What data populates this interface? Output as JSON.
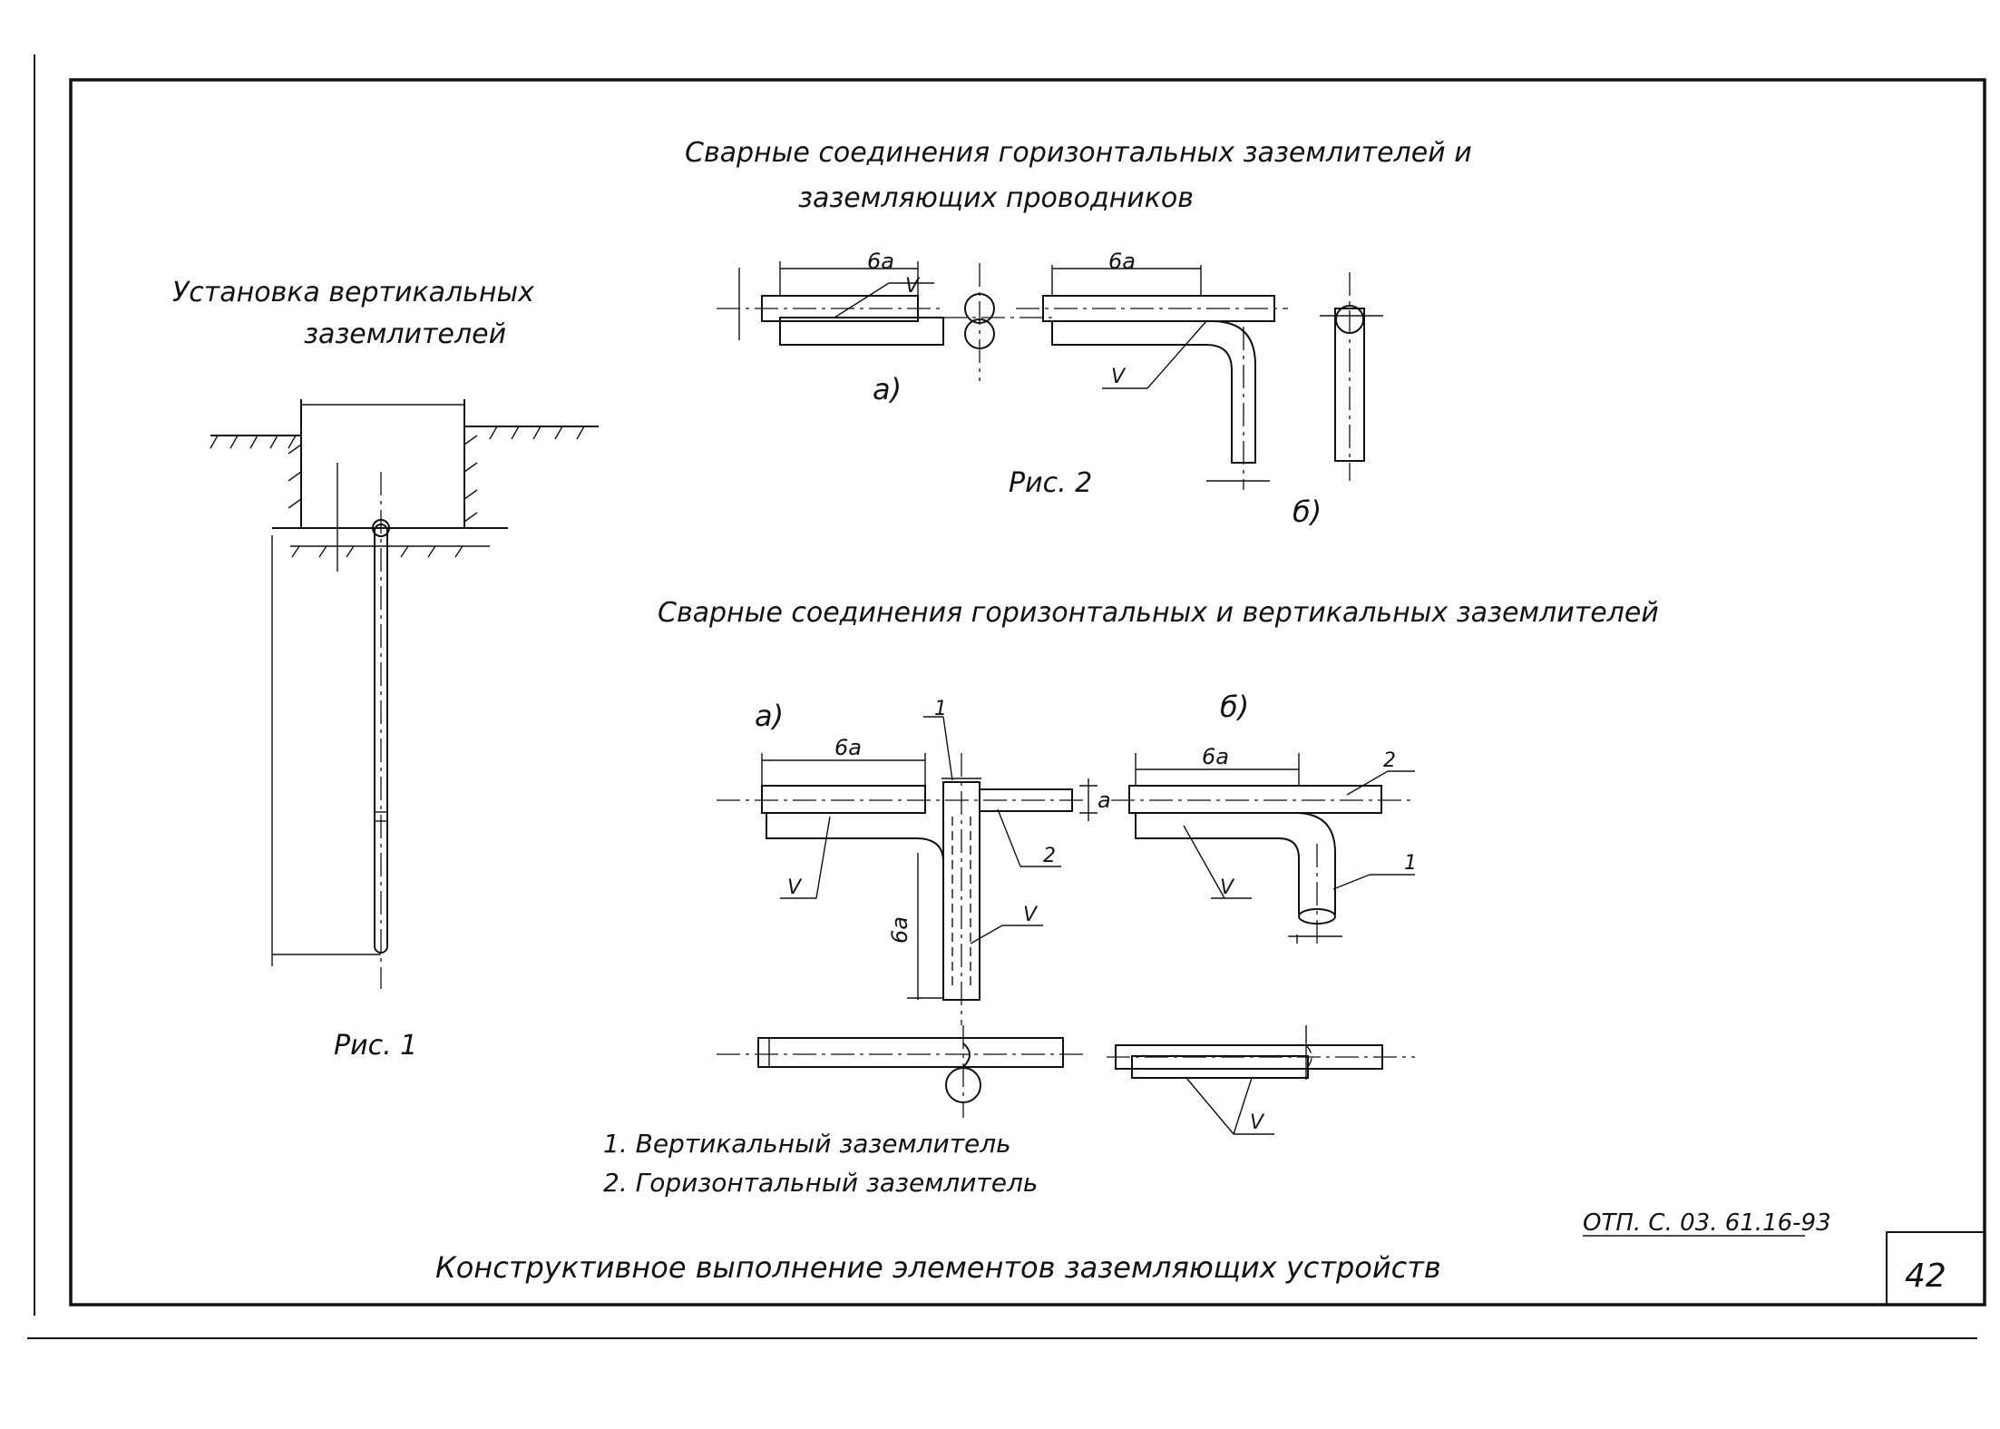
{
  "titles": {
    "horizontal_joints_line1": "Сварные соединения горизонтальных заземлителей и",
    "horizontal_joints_line2": "заземляющих проводников",
    "vertical_install_line1": "Установка вертикальных",
    "vertical_install_line2": "заземлителей",
    "hv_joints": "Сварные соединения горизонтальных и вертикальных заземлителей"
  },
  "figures": {
    "fig1": "Рис. 1",
    "fig2": "Рис. 2"
  },
  "labels": {
    "variant_a_top": "а)",
    "variant_b_top": "б)",
    "variant_a_bottom": "а)",
    "variant_b_bottom": "б)",
    "dim_6a": "6а",
    "dim_a": "а",
    "weld_v": "V",
    "callout_1": "1",
    "callout_2": "2"
  },
  "legend": {
    "item1": "1. Вертикальный заземлитель",
    "item2": "2. Горизонтальный заземлитель"
  },
  "title_block": {
    "main_title": "Конструктивное выполнение элементов заземляющих устройств",
    "doc_code": "ОТП. С. 03. 61.16-93",
    "sheet": "42"
  }
}
